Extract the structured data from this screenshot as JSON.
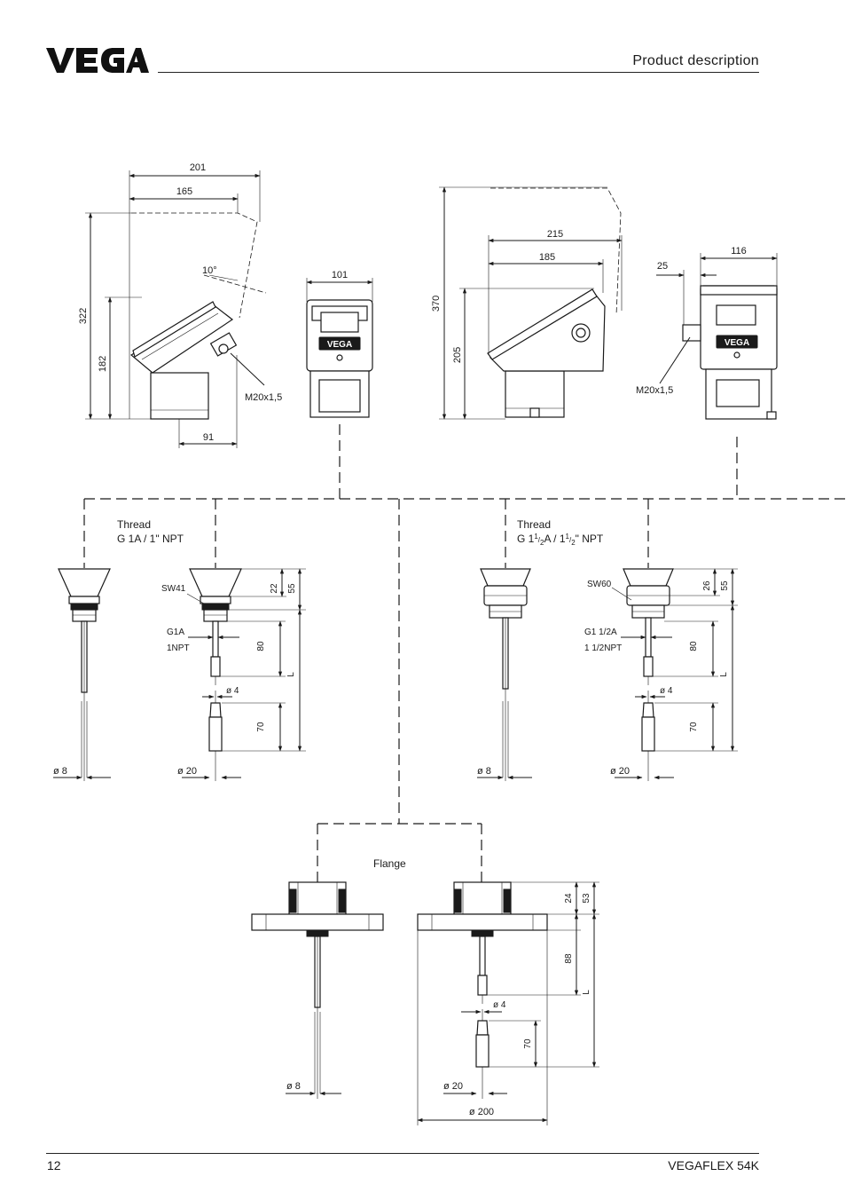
{
  "header": {
    "logo_text": "VEGA",
    "title": "Product description"
  },
  "footer": {
    "page_number": "12",
    "product_name": "VEGAFLEX 54K"
  },
  "housing_plastic": {
    "dims": {
      "overall_width": "201",
      "width": "165",
      "angle": "10°",
      "height_total": "322",
      "height": "182",
      "depth": "91",
      "cable_entry": "M20x1,5",
      "front_width": "101"
    }
  },
  "housing_aluminium": {
    "dims": {
      "height_total": "370",
      "height": "205",
      "width_total": "215",
      "width": "185",
      "front_width": "116",
      "offset": "25",
      "cable_entry": "M20x1,5"
    }
  },
  "thread_small": {
    "label_line1": "Thread",
    "label_line2": "G 1A / 1\" NPT",
    "dims": {
      "wrench": "SW41",
      "thread_a": "G1A",
      "thread_b": "1NPT",
      "d22": "22",
      "d55": "55",
      "d80": "80",
      "L": "L",
      "d70": "70",
      "dia4": "ø 4",
      "dia8": "ø 8",
      "dia20": "ø 20"
    }
  },
  "thread_large": {
    "label_line1": "Thread",
    "label_prefix": "G 1",
    "label_sup1": "1",
    "label_sub1": "2",
    "label_mid": "A / 1",
    "label_sup2": "1",
    "label_sub2": "2",
    "label_suffix": "\" NPT",
    "dims": {
      "wrench": "SW60",
      "thread_a": "G1 1/2A",
      "thread_b": "1 1/2NPT",
      "d26": "26",
      "d55": "55",
      "d80": "80",
      "L": "L",
      "d70": "70",
      "dia4": "ø 4",
      "dia8": "ø 8",
      "dia20": "ø 20"
    }
  },
  "flange": {
    "label": "Flange",
    "dims": {
      "d24": "24",
      "d53": "53",
      "d88": "88",
      "L": "L",
      "d70": "70",
      "dia4": "ø 4",
      "dia8": "ø 8",
      "dia20": "ø 20",
      "dia200": "ø 200"
    }
  }
}
